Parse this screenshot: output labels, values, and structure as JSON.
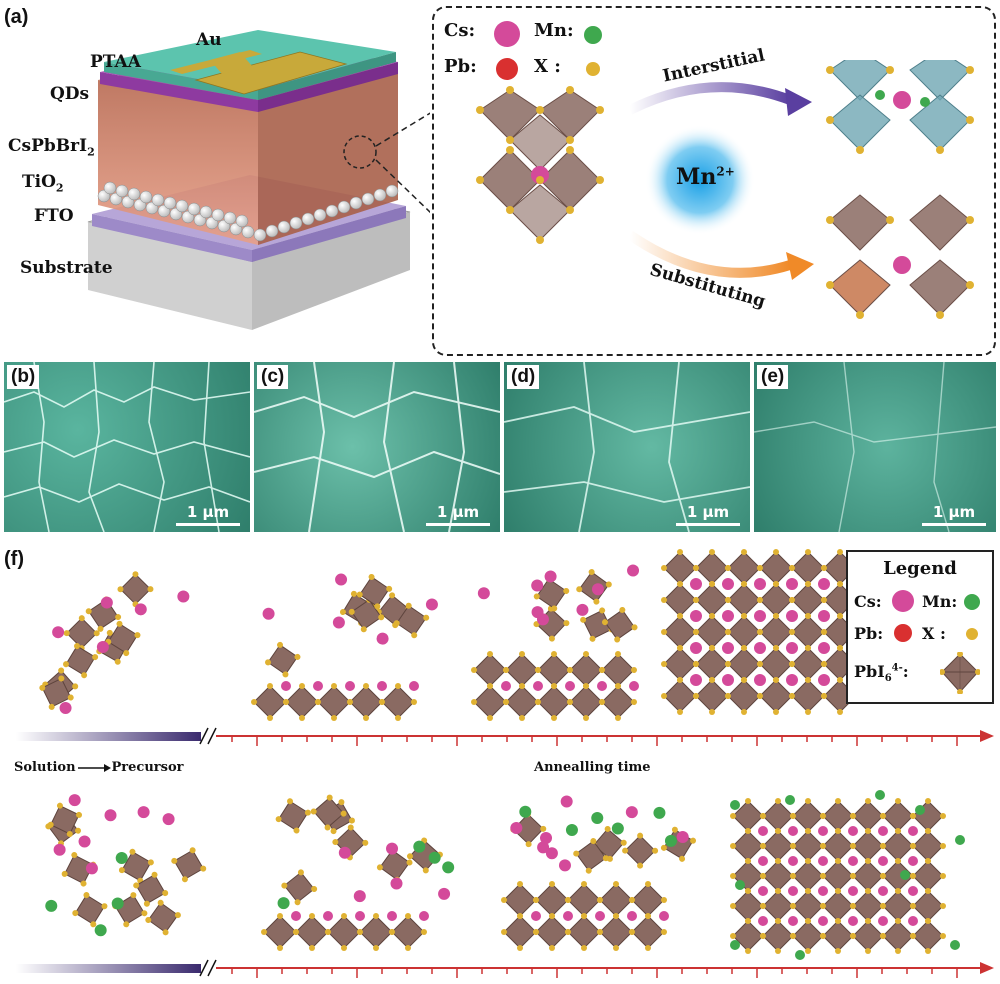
{
  "panel_a": {
    "label": "(a)",
    "layers": [
      "Au",
      "PTAA",
      "QDs",
      "CsPbBrI2",
      "TiO2",
      "FTO",
      "Substrate"
    ],
    "layer_display": {
      "au": "Au",
      "ptaa": "PTAA",
      "qds": "QDs",
      "cspbbri_base": "CsPbBrI",
      "cspbbri_sub": "2",
      "tio_base": "TiO",
      "tio_sub": "2",
      "fto": "FTO",
      "substrate": "Substrate"
    },
    "inset": {
      "legend": [
        {
          "name": "Cs:",
          "color": "#d44a9a"
        },
        {
          "name": "Mn:",
          "color": "#3fa84e"
        },
        {
          "name": "Pb:",
          "color": "#d93030"
        },
        {
          "name": "X :",
          "color": "#e0b232"
        }
      ],
      "center_ion_base": "Mn",
      "center_ion_sup": "2+",
      "arrow_top": "Interstitial",
      "arrow_bottom": "Substituting"
    }
  },
  "sem_panels": [
    {
      "label": "(b)",
      "scale": "1 μm"
    },
    {
      "label": "(c)",
      "scale": "1 μm"
    },
    {
      "label": "(d)",
      "scale": "1 μm"
    },
    {
      "label": "(e)",
      "scale": "1 μm"
    }
  ],
  "panel_f": {
    "label": "(f)",
    "axis_label_left": "Solution",
    "axis_label_right": "Precursor",
    "axis_title": "Annealling time",
    "legend": {
      "title": "Legend",
      "items": [
        {
          "name": "Cs:",
          "color": "#d44a9a"
        },
        {
          "name": "Mn:",
          "color": "#3fa84e"
        },
        {
          "name": "Pb:",
          "color": "#d93030"
        },
        {
          "name": "X :",
          "color": "#e0b232"
        }
      ],
      "octahedron_base": "PbI",
      "octahedron_sub": "6",
      "octahedron_sup": "4-",
      "octahedron_suffix": ":"
    }
  },
  "colors": {
    "octahedron": "#8a6a62",
    "halide": "#e0b232",
    "cs": "#d44a9a",
    "mn": "#3fa84e",
    "pb": "#d93030",
    "sem": "#3f9c86",
    "axis": "#cc3333"
  }
}
